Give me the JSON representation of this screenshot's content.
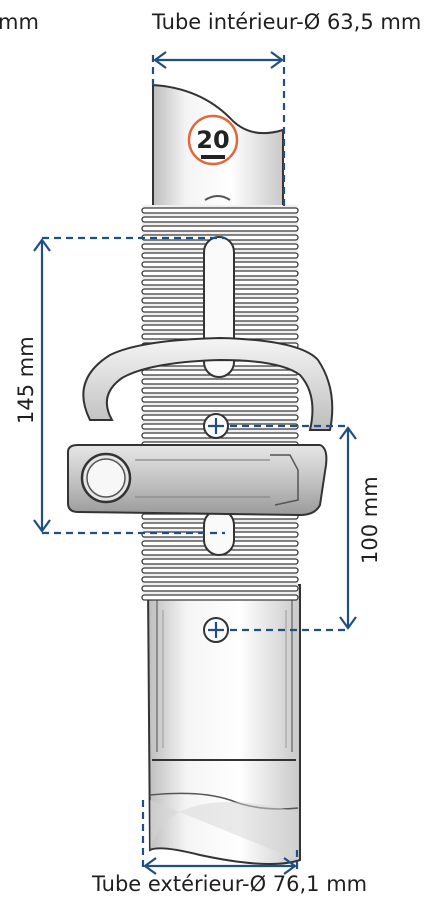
{
  "labels": {
    "partial_left": "mm",
    "inner_tube": "Tube intérieur-Ø 63,5 mm",
    "outer_tube": "Tube extérieur-Ø 76,1 mm",
    "height_145": "145 mm",
    "height_100": "100 mm",
    "tube_marking": "20"
  },
  "colors": {
    "dimension_line": "#1f4f86",
    "marking_circle": "#e2673a",
    "outline": "#333333",
    "shade": "#d9d9d9"
  }
}
